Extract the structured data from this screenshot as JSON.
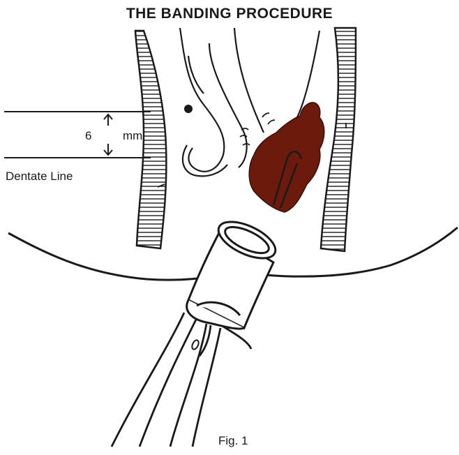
{
  "title": "THE BANDING PROCEDURE",
  "measurement": {
    "value": "6",
    "unit": "mm"
  },
  "dentate_label": "Dentate Line",
  "figure_caption": "Fig. 1",
  "colors": {
    "ink": "#1a1a1a",
    "hemorrhoid": "#6b1a0c",
    "background": "#ffffff"
  }
}
